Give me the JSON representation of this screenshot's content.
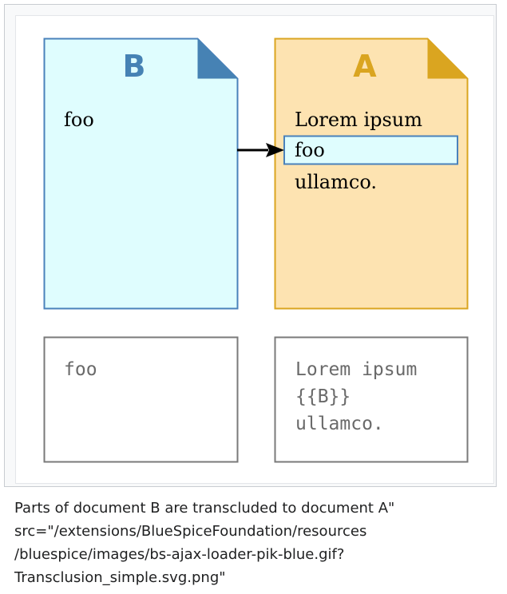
{
  "diagram": {
    "doc_b": {
      "letter": "B",
      "text": "foo",
      "fill": "#dffdfe",
      "border": "#4a82bb",
      "corner": "#4682b4"
    },
    "doc_a": {
      "letter": "A",
      "lines": [
        "Lorem ipsum",
        "foo",
        "ullamco."
      ],
      "fill": "#fde3b1",
      "border": "#daa520",
      "corner": "#daa520"
    },
    "source_b": {
      "text": "foo"
    },
    "source_a": {
      "lines": [
        "Lorem ipsum",
        "{{B}}",
        "ullamco."
      ]
    },
    "highlight": {
      "fill": "#dffdfe",
      "border": "#4a82bb"
    },
    "arrow": {
      "color": "#000000"
    }
  },
  "caption": "Parts of document B are transcluded to document A\"\nsrc=\"/extensions/BlueSpiceFoundation/resources\n/bluespice/images/bs-ajax-loader-pik-blue.gif?\nTransclusion_simple.svg.png\""
}
